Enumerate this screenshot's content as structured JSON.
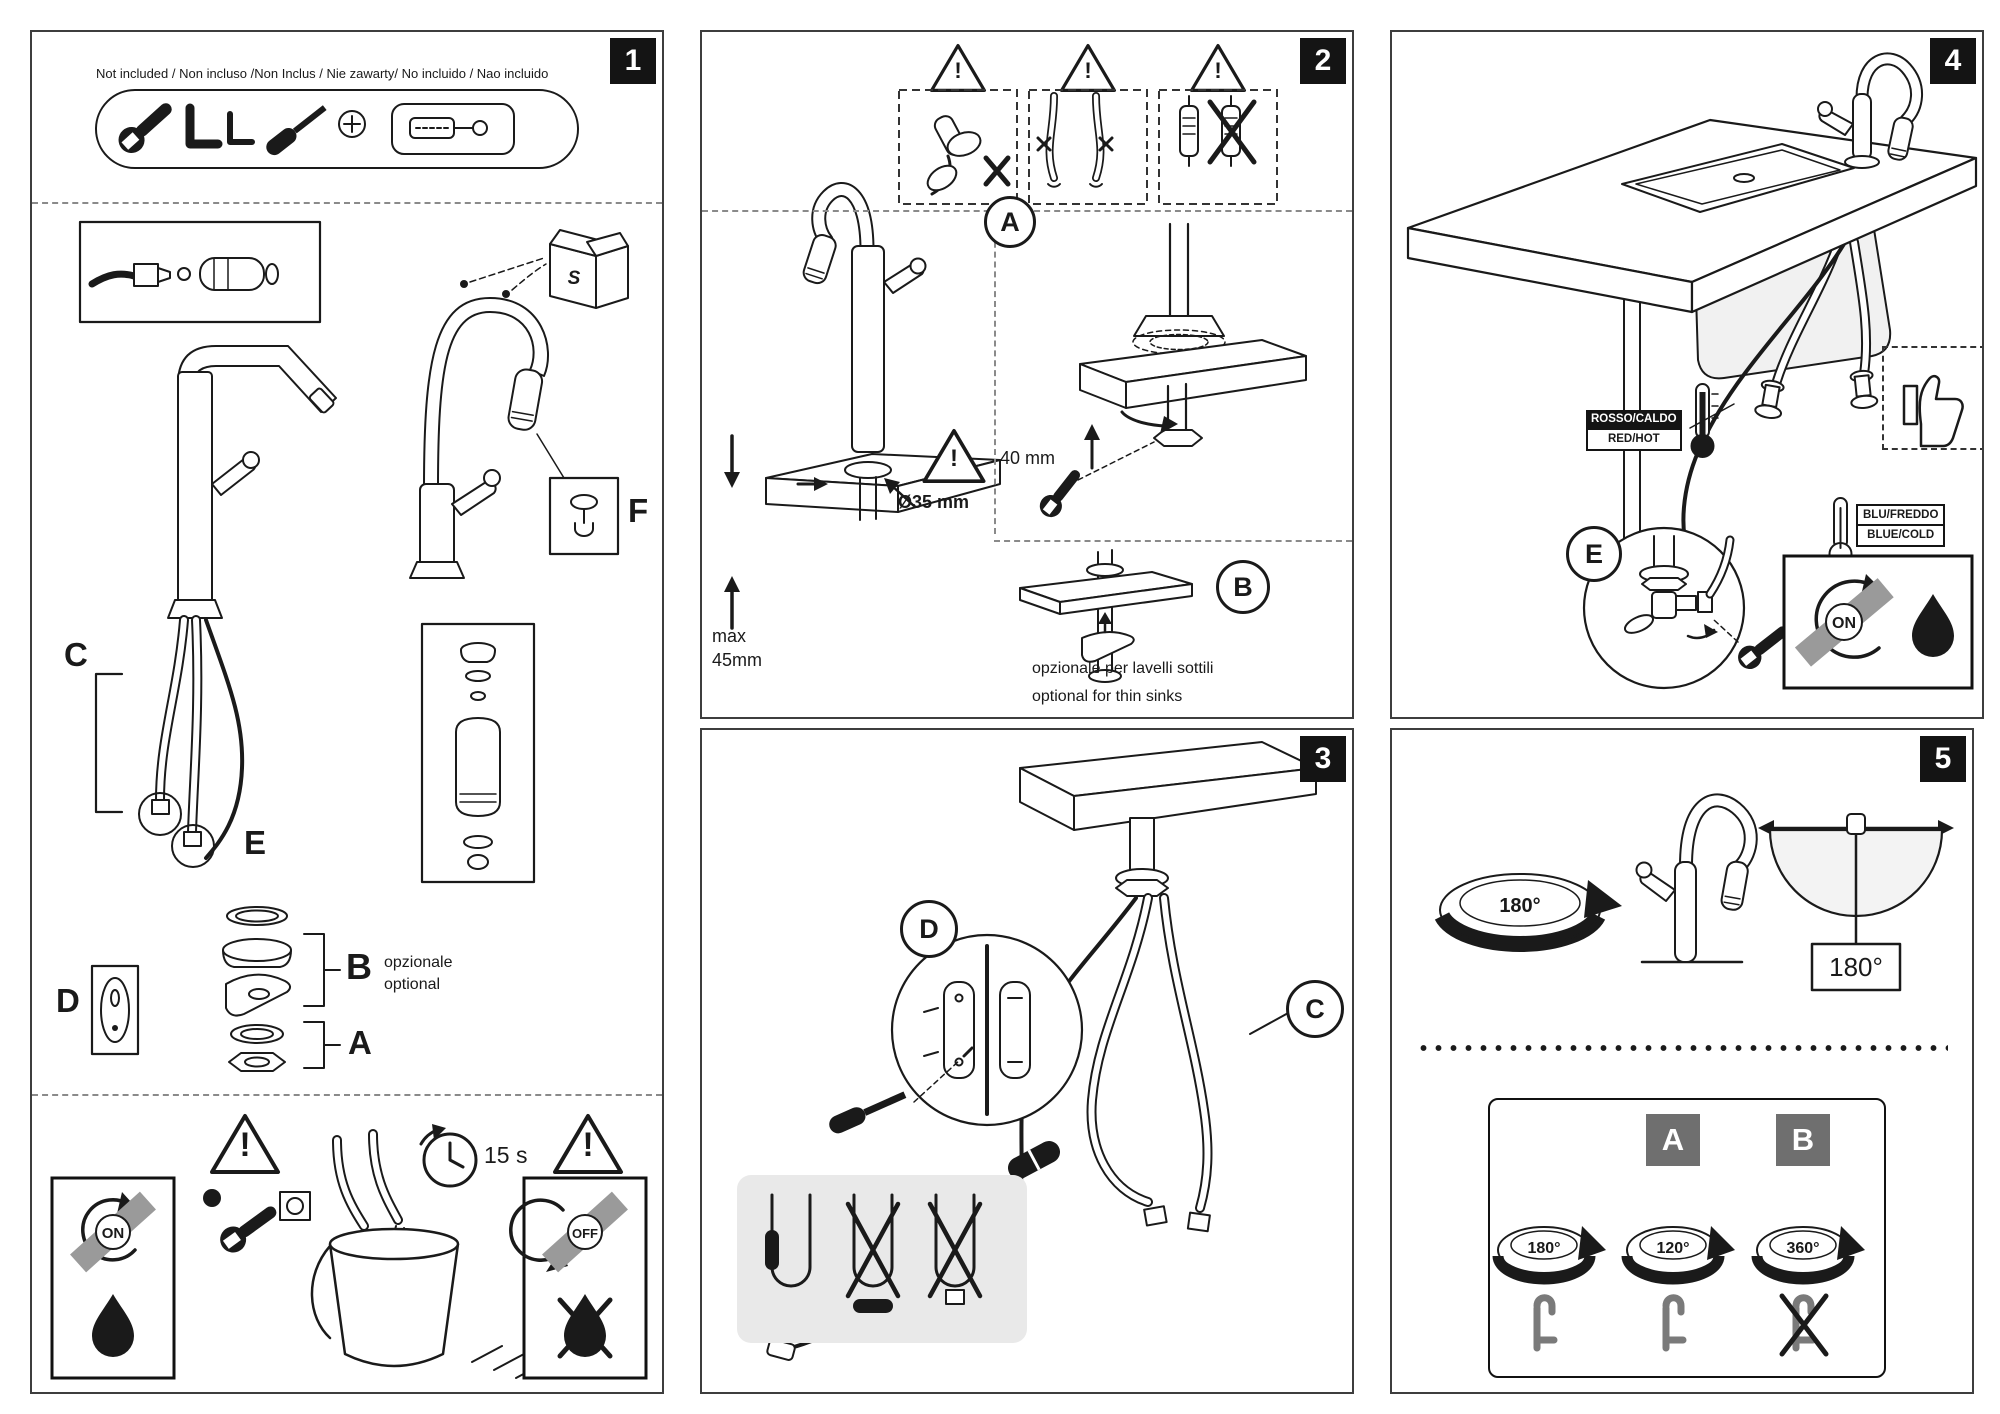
{
  "colors": {
    "ink": "#1a1a1a",
    "panel_border": "#3d3d3d",
    "prohibition_gray": "#9a9a9a",
    "light_gray_fill": "#e9e9e9",
    "square_gray": "#6f6f6f",
    "badge_bg": "#141414"
  },
  "panel1": {
    "number": "1",
    "not_included": "Not included / Non incluso /Non Inclus / Nie zawarty/ No incluido / Nao incluido",
    "carton_letter": "S",
    "part_c": "C",
    "part_e": "E",
    "part_f": "F",
    "part_d": "D",
    "part_b": "B",
    "part_a": "A",
    "optional_it": "opzionale",
    "optional_en": "optional",
    "warning_mark": "!",
    "on_label": "ON",
    "off_label": "OFF",
    "flush_time": "15 s"
  },
  "panel2": {
    "number": "2",
    "warning_mark": "!",
    "step_a": "A",
    "step_b": "B",
    "hole_diameter": "Ø35 mm",
    "max_word": "max",
    "max_thickness": "45mm",
    "nut_size": "40 mm",
    "thin_sink_note_it": "opzionale per lavelli sottili",
    "thin_sink_note_en": "optional for thin sinks"
  },
  "panel3": {
    "number": "3",
    "step_d": "D",
    "step_c": "C"
  },
  "panel4": {
    "number": "4",
    "hot_label_it": "ROSSO/CALDO",
    "hot_label_en": "RED/HOT",
    "cold_label_it": "BLU/FREDDO",
    "cold_label_en": "BLUE/COLD",
    "step_e": "E",
    "on_label": "ON"
  },
  "panel5": {
    "number": "5",
    "swing_ring": "180°",
    "swing_boxed": "180°",
    "option_a": "A",
    "option_b": "B",
    "swing_default": "180°",
    "swing_option_a": "120°",
    "swing_option_b": "360°"
  }
}
